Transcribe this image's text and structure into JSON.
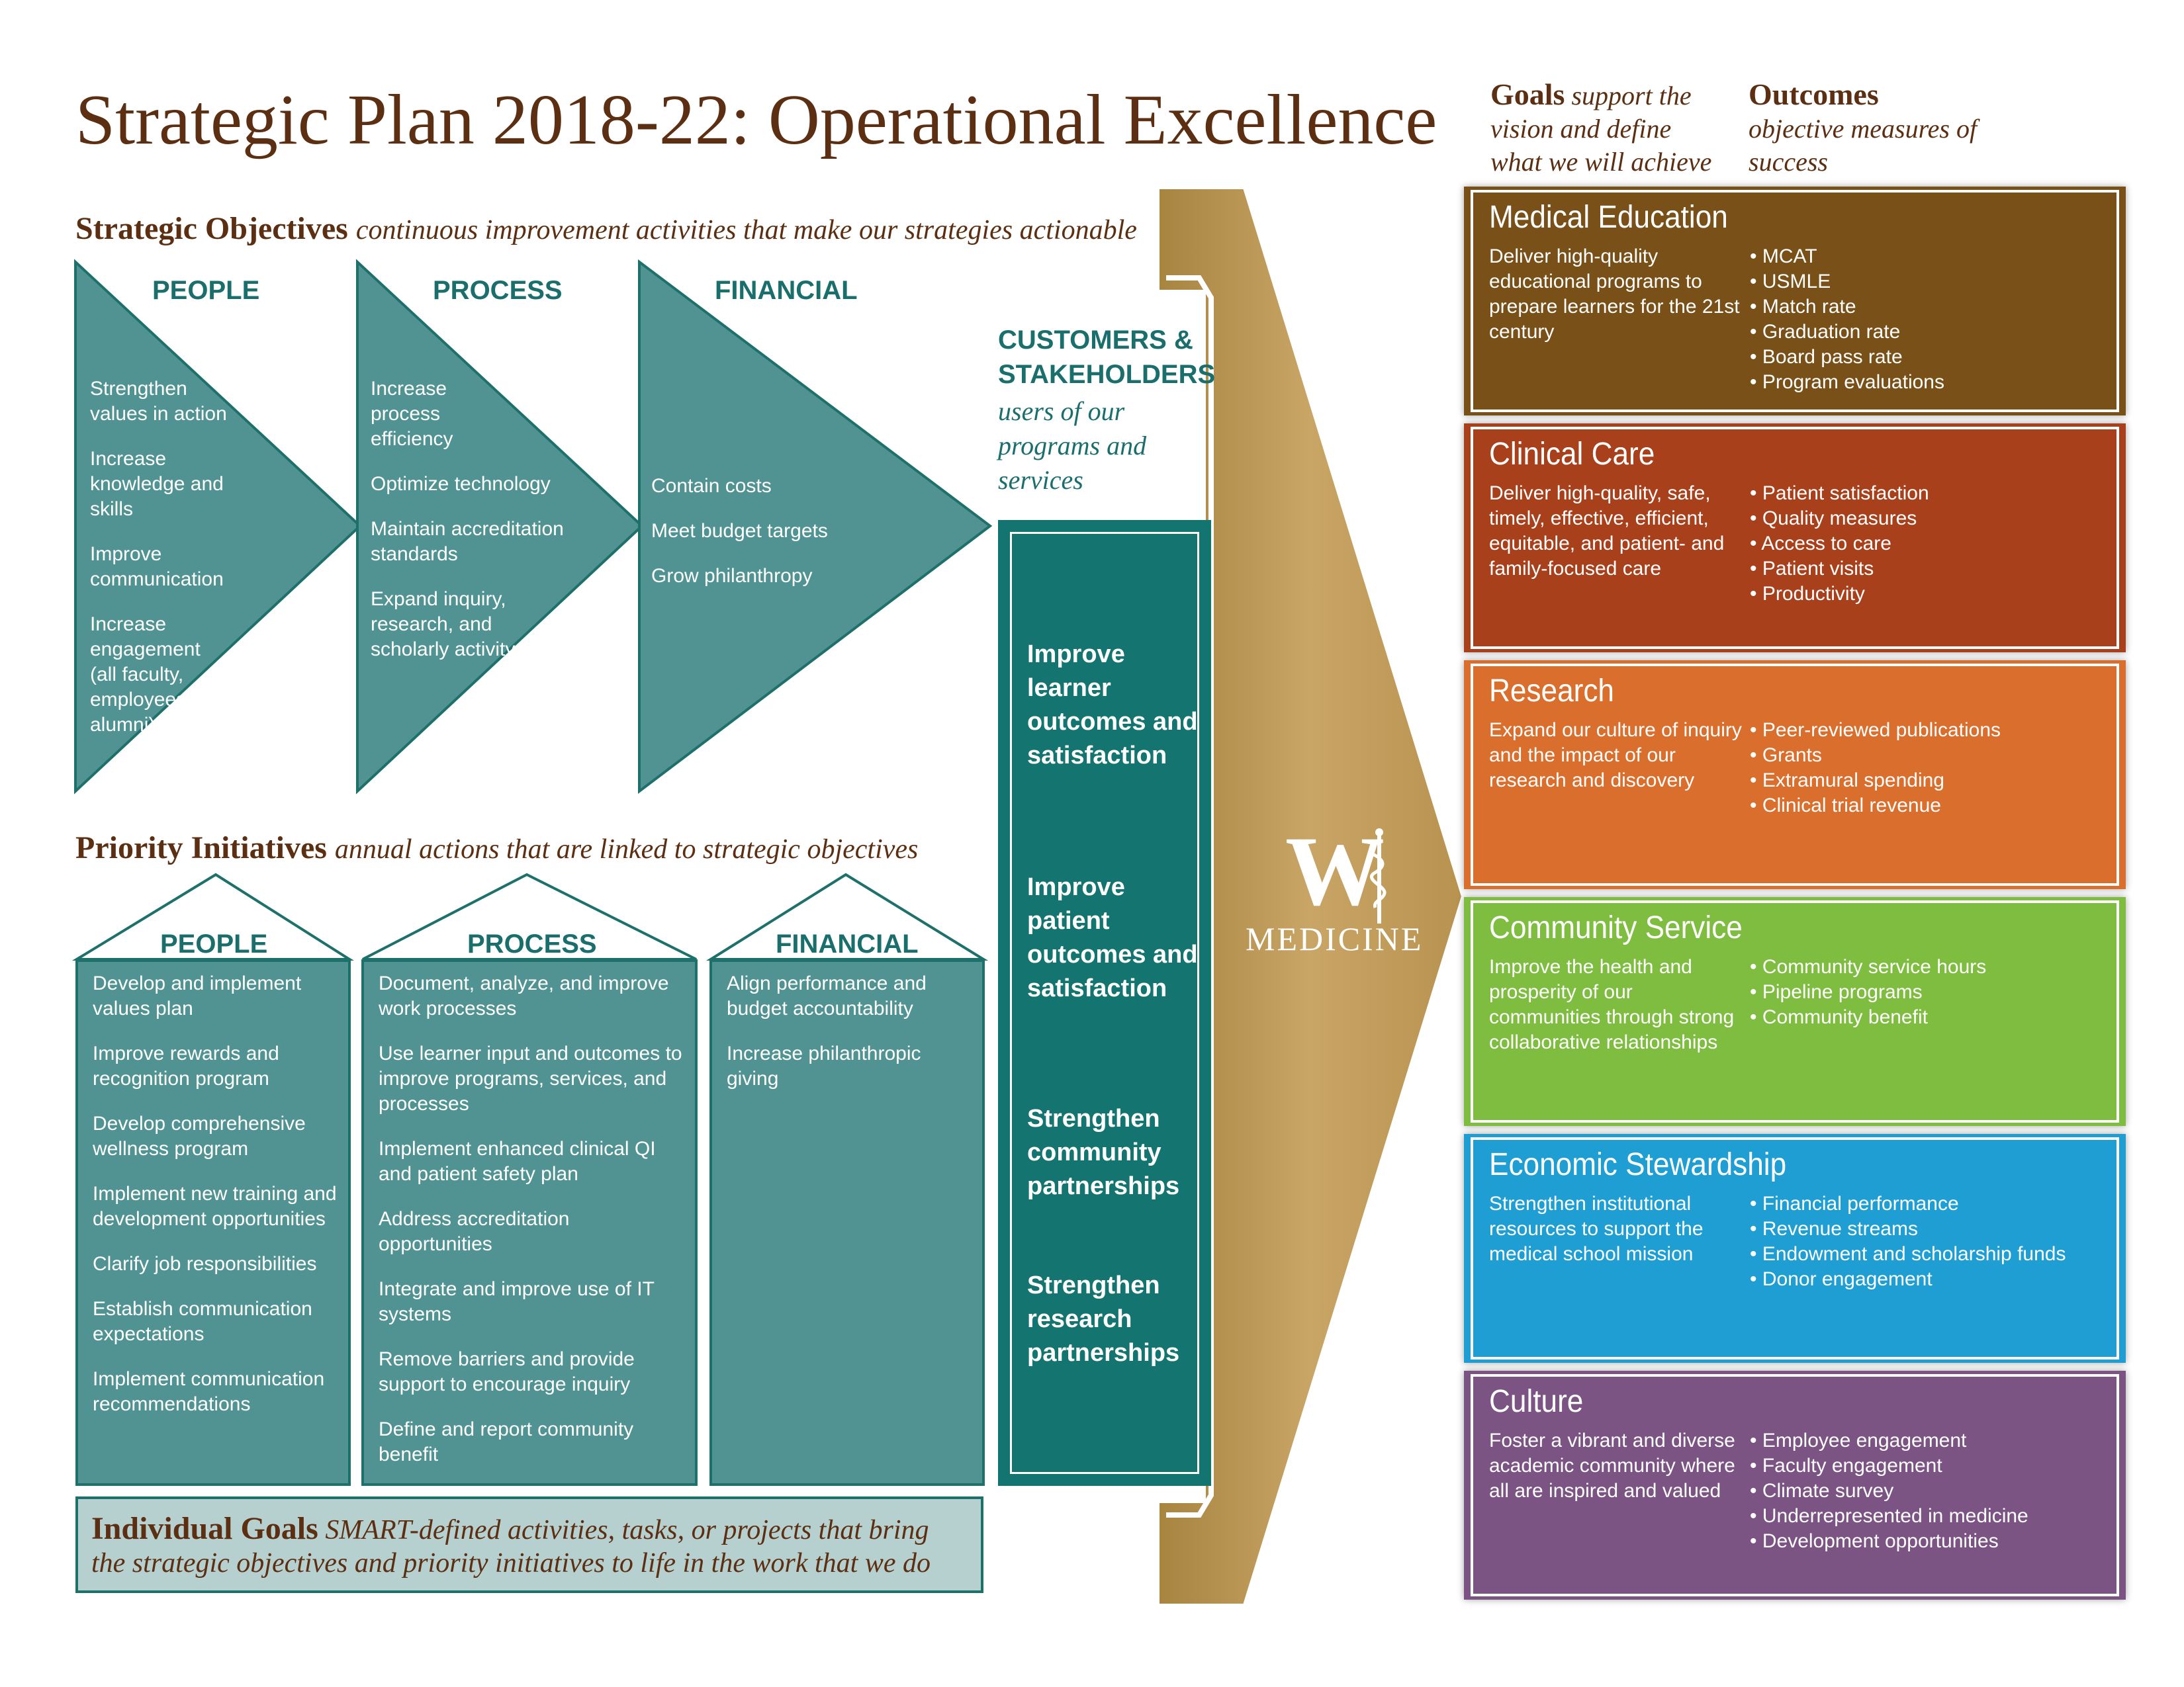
{
  "title": "Strategic Plan 2018-22: Operational Excellence",
  "strategic_objectives": {
    "heading": "Strategic Objectives",
    "subtitle": "continuous improvement activities that make our strategies actionable",
    "columns": [
      {
        "label": "PEOPLE",
        "items": [
          "Strengthen values in action",
          "Increase knowledge and skills",
          "Improve communication",
          "Increase engagement (all faculty, employees, alumni)"
        ]
      },
      {
        "label": "PROCESS",
        "items": [
          "Increase process efficiency",
          "Optimize technology",
          "Maintain accreditation standards",
          "Expand inquiry, research, and scholarly activity"
        ]
      },
      {
        "label": "FINANCIAL",
        "items": [
          "Contain costs",
          "Meet budget targets",
          "Grow philanthropy"
        ]
      }
    ]
  },
  "priority_initiatives": {
    "heading": "Priority Initiatives",
    "subtitle": "annual actions that are linked to strategic objectives",
    "columns": [
      {
        "label": "PEOPLE",
        "items": [
          "Develop and implement values plan",
          "Improve rewards and recognition program",
          "Develop comprehensive wellness program",
          "Implement new training and development opportunities",
          "Clarify job responsibilities",
          "Establish communication expectations",
          "Implement communication recommendations"
        ]
      },
      {
        "label": "PROCESS",
        "items": [
          "Document, analyze, and improve work processes",
          "Use learner input and outcomes to improve programs, services, and processes",
          "Implement enhanced clinical QI and patient safety plan",
          "Address accreditation opportunities",
          "Integrate and improve use of IT systems",
          "Remove barriers and provide support to encourage inquiry",
          "Define and report community benefit"
        ]
      },
      {
        "label": "FINANCIAL",
        "items": [
          "Align performance and budget accountability",
          "Increase philanthropic giving"
        ]
      }
    ]
  },
  "individual_goals": {
    "heading": "Individual Goals",
    "text": "SMART-defined activities, tasks, or projects that bring the strategic objectives and priority initiatives to life in the work that we do"
  },
  "customers": {
    "heading": "CUSTOMERS & STAKEHOLDERS",
    "subtitle": "users of our programs and services",
    "items": [
      "Improve learner outcomes and satisfaction",
      "Improve patient outcomes and satisfaction",
      "Strengthen community partnerships",
      "Strengthen research partnerships"
    ]
  },
  "logo": {
    "letter": "W",
    "text": "MEDICINE"
  },
  "goals_header": {
    "title": "Goals",
    "subtitle": "support the vision and define what we will achieve"
  },
  "outcomes_header": {
    "title": "Outcomes",
    "subtitle": "objective measures of success"
  },
  "goals": [
    {
      "name": "Medical Education",
      "color": "#7a5019",
      "description": "Deliver high-quality educational programs to prepare learners for the 21st century",
      "outcomes": [
        "MCAT",
        "USMLE",
        "Match rate",
        "Graduation rate",
        "Board pass rate",
        "Program evaluations"
      ]
    },
    {
      "name": "Clinical Care",
      "color": "#a8401c",
      "description": "Deliver high-quality, safe, timely, effective, efficient, equitable, and patient- and family-focused care",
      "outcomes": [
        "Patient satisfaction",
        "Quality measures",
        "Access to care",
        "Patient visits",
        "Productivity"
      ]
    },
    {
      "name": "Research",
      "color": "#da6e2d",
      "description": "Expand our culture of inquiry and the impact of our research and discovery",
      "outcomes": [
        "Peer-reviewed publications",
        "Grants",
        "Extramural spending",
        "Clinical trial revenue"
      ]
    },
    {
      "name": "Community Service",
      "color": "#7ebd40",
      "description": "Improve the health and prosperity of our communities through strong collaborative relationships",
      "outcomes": [
        "Community service hours",
        "Pipeline programs",
        "Community benefit"
      ]
    },
    {
      "name": "Economic Stewardship",
      "color": "#1f9ed4",
      "description": "Strengthen institutional resources to support the medical school mission",
      "outcomes": [
        "Financial performance",
        "Revenue streams",
        "Endowment and scholarship funds",
        "Donor engagement"
      ]
    },
    {
      "name": "Culture",
      "color": "#7b5484",
      "description": "Foster a vibrant and diverse academic community where all are inspired and valued",
      "outcomes": [
        "Employee engagement",
        "Faculty engagement",
        "Climate survey",
        "Underrepresented in medicine",
        "Development opportunities"
      ]
    }
  ]
}
